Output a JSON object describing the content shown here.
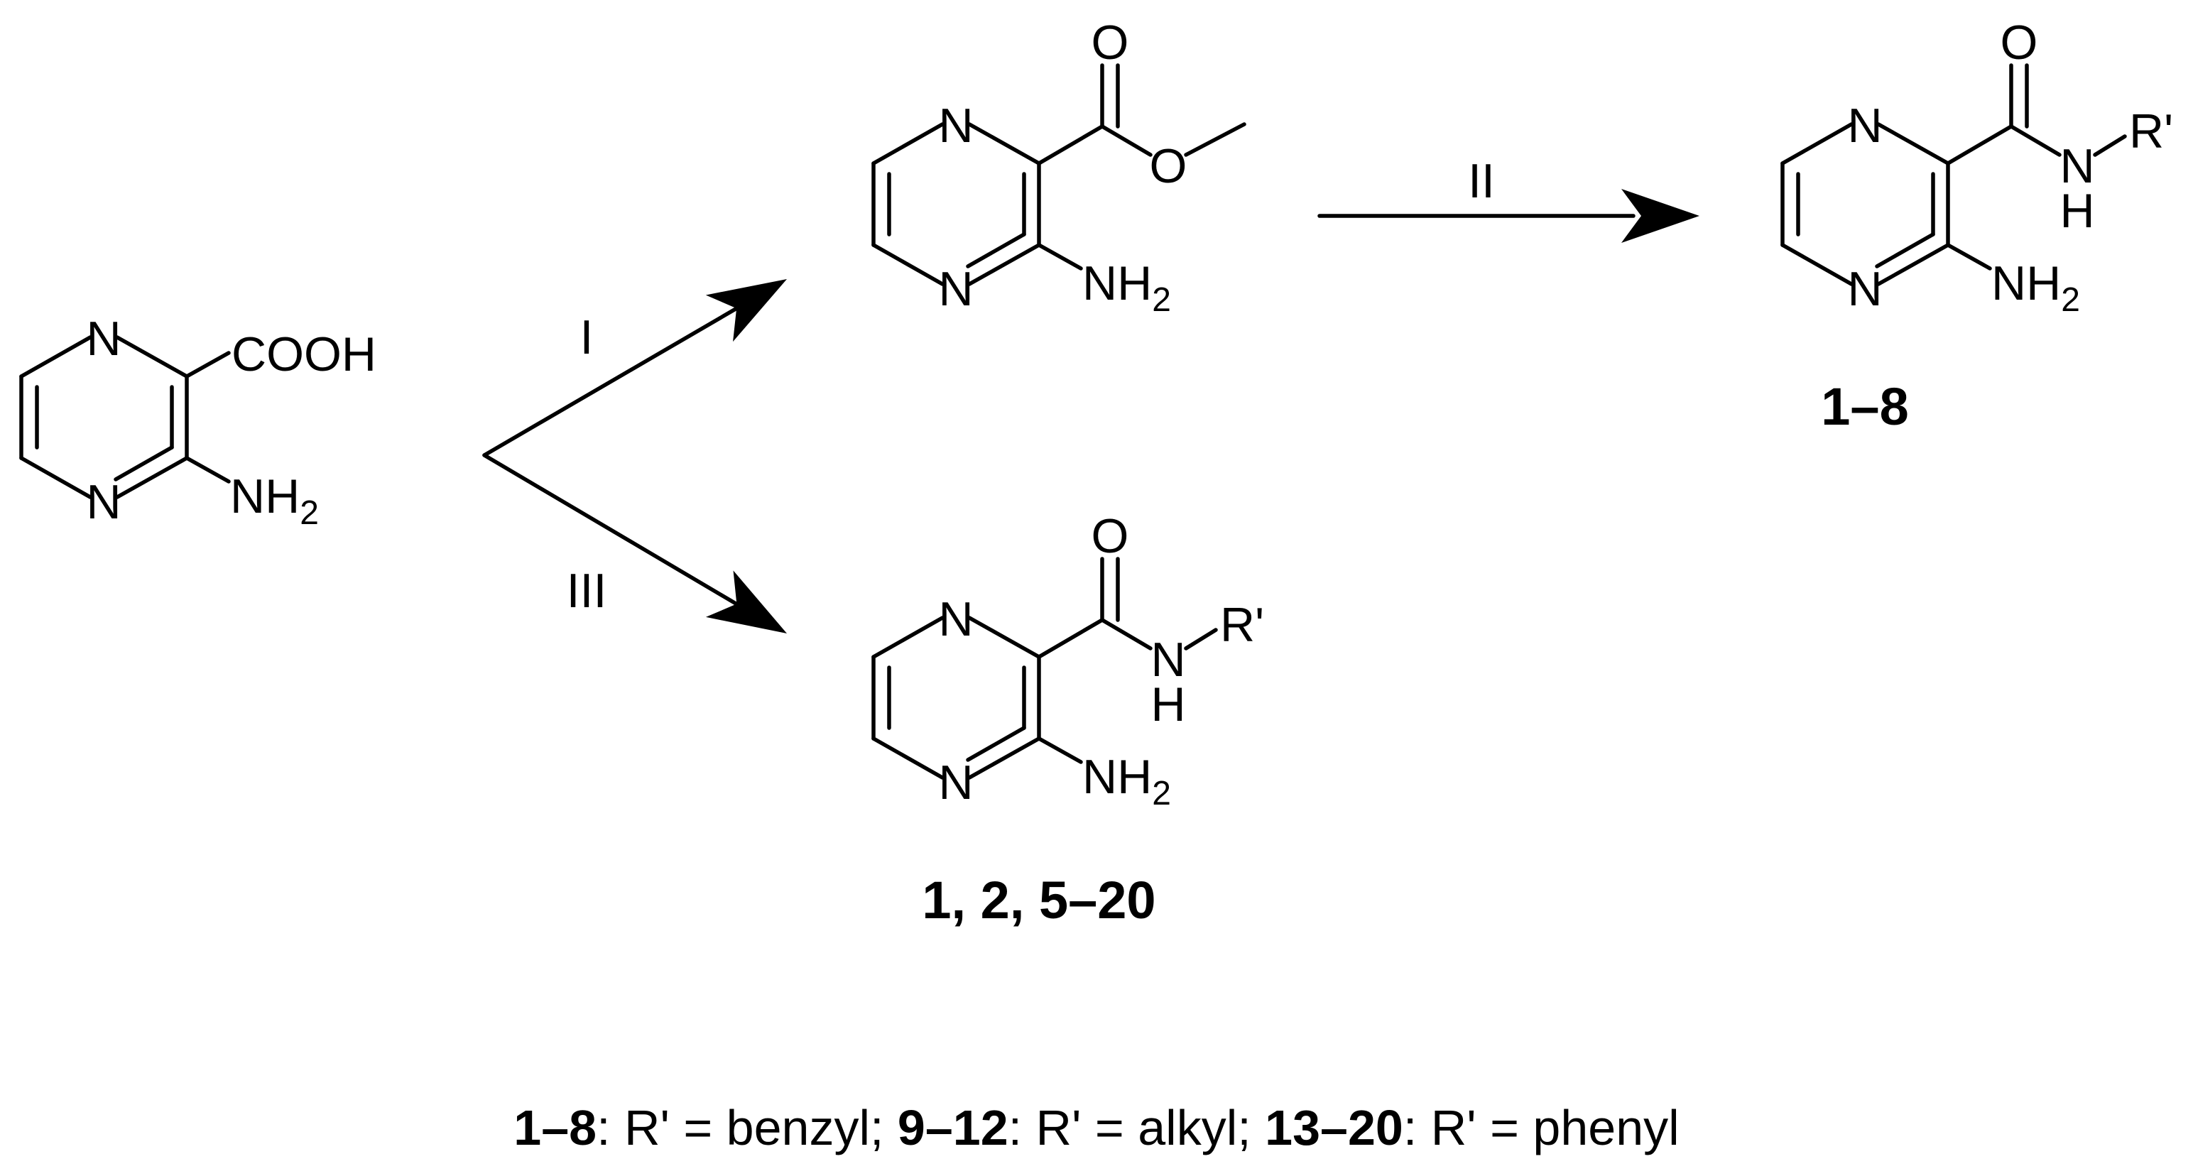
{
  "atoms": {
    "N": "N",
    "O": "O",
    "H": "H",
    "NH": "NH",
    "sub2": "2",
    "COOH": "COOH",
    "R": "R'"
  },
  "reagents": {
    "step1": "I",
    "step2": "II",
    "step3": "III"
  },
  "compounds": {
    "top_right_label": "1–8",
    "bottom_label": "1, 2, 5–20"
  },
  "footnote": {
    "g1_range": "1–8",
    "g1_text": ": R' = benzyl; ",
    "g2_range": "9–12",
    "g2_text": ": R' = alkyl; ",
    "g3_range": "13–20",
    "g3_text": ": R' = phenyl"
  },
  "colors": {
    "ink": "#000000",
    "background": "#ffffff"
  }
}
